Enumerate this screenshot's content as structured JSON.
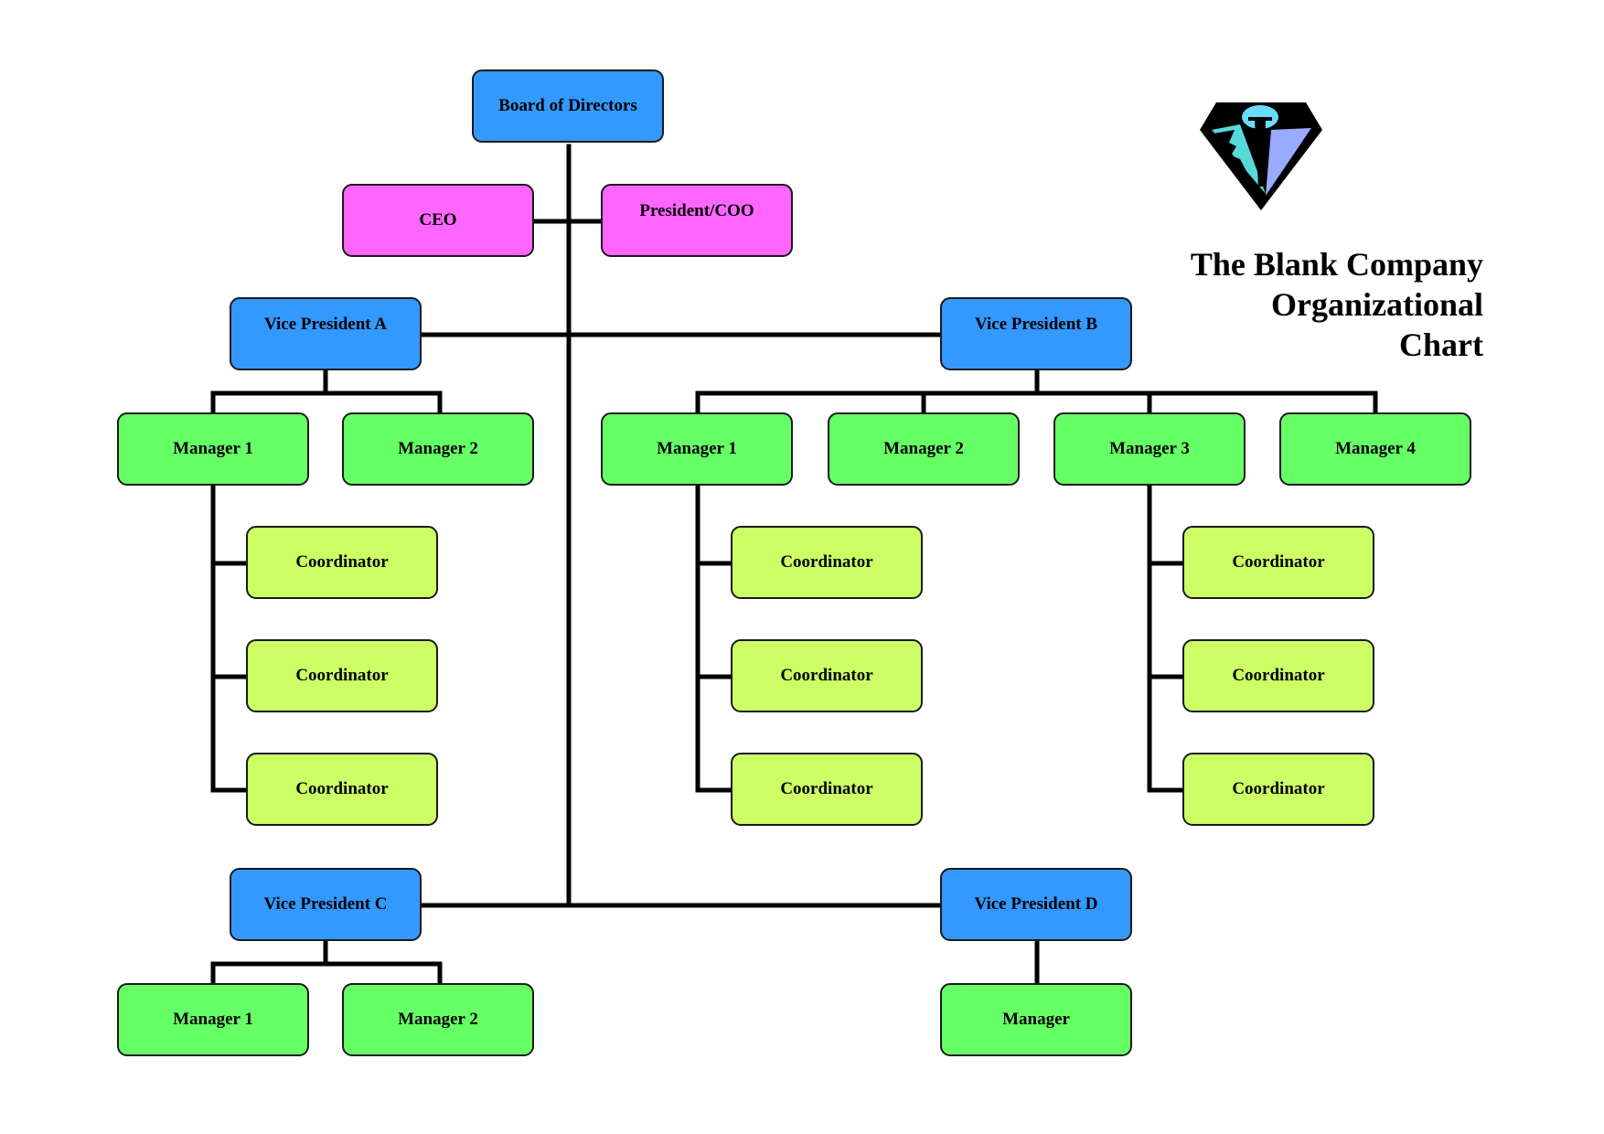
{
  "title": {
    "line1": "The Blank Company",
    "line2": "Organizational",
    "line3": "Chart"
  },
  "logo": {
    "icon": "diamond-logo-icon"
  },
  "colors": {
    "board": "#3399ff",
    "executive": "#ff66ff",
    "vice_president": "#3399ff",
    "manager": "#66ff66",
    "coordinator": "#ccff66",
    "connector": "#000000"
  },
  "nodes": {
    "board": "Board of Directors",
    "ceo": "CEO",
    "president": "President/COO",
    "vp_a": "Vice President A",
    "vp_b": "Vice President B",
    "vp_c": "Vice President C",
    "vp_d": "Vice President D",
    "a_m1": "Manager 1",
    "a_m2": "Manager 2",
    "b_m1": "Manager 1",
    "b_m2": "Manager 2",
    "b_m3": "Manager 3",
    "b_m4": "Manager 4",
    "c_m1": "Manager 1",
    "c_m2": "Manager 2",
    "d_m": "Manager",
    "a_c1": "Coordinator",
    "a_c2": "Coordinator",
    "a_c3": "Coordinator",
    "b_c1": "Coordinator",
    "b_c2": "Coordinator",
    "b_c3": "Coordinator",
    "b3_c1": "Coordinator",
    "b3_c2": "Coordinator",
    "b3_c3": "Coordinator"
  }
}
